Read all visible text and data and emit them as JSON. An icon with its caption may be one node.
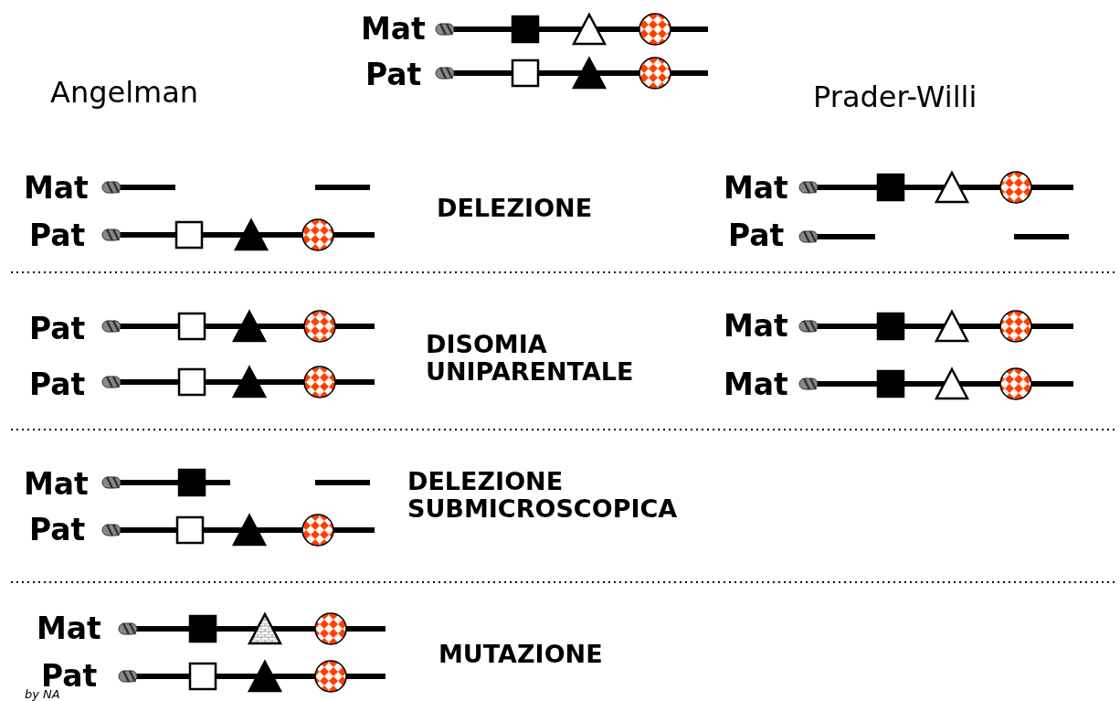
{
  "diagram": {
    "labels": [
      "Mat",
      "Pat",
      "Angelman",
      "Prader-Willi",
      "Mat",
      "DELEZIONE",
      "Mat",
      "Pat",
      "Pat",
      "Pat",
      "DISOMIA UNIPARENTALE",
      "Mat",
      "Pat",
      "Mat",
      "Mat",
      "DELEZIONE SUBMICROSCOPICA",
      "Pat",
      "Mat",
      "MUTAZIONE",
      "Pat",
      "by NA"
    ]
  }
}
